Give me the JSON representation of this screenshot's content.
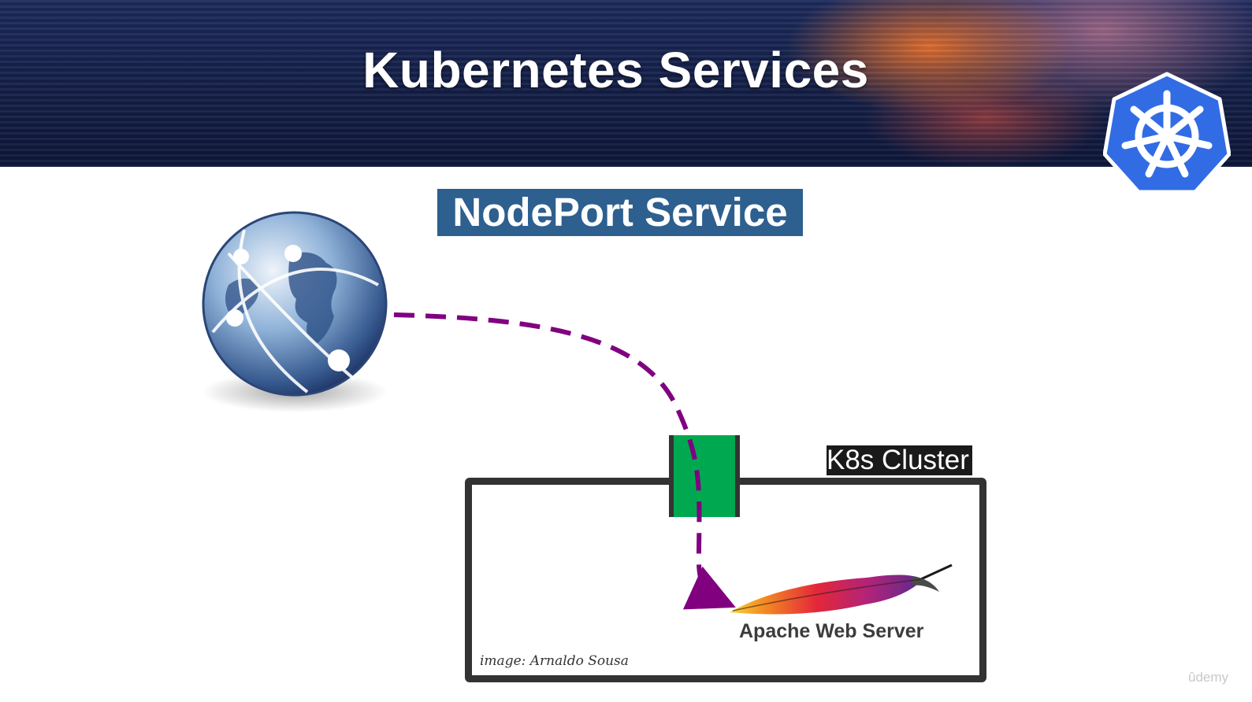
{
  "slide": {
    "title": "Kubernetes Services",
    "subtitle": "NodePort Service"
  },
  "cluster": {
    "label": "K8s Cluster"
  },
  "service": {
    "name": "Apache Web Server"
  },
  "credit": "image: Arnaldo Sousa",
  "watermark": "ûdemy",
  "icons": [
    "kubernetes-logo-icon",
    "globe-icon",
    "apache-feather-icon"
  ],
  "colors": {
    "subtitle_bg": "#2d5f8f",
    "nodeport": "#00a94f",
    "flow_arrow": "#800080",
    "k8s_blue": "#326ce5",
    "cluster_border": "#333333"
  }
}
